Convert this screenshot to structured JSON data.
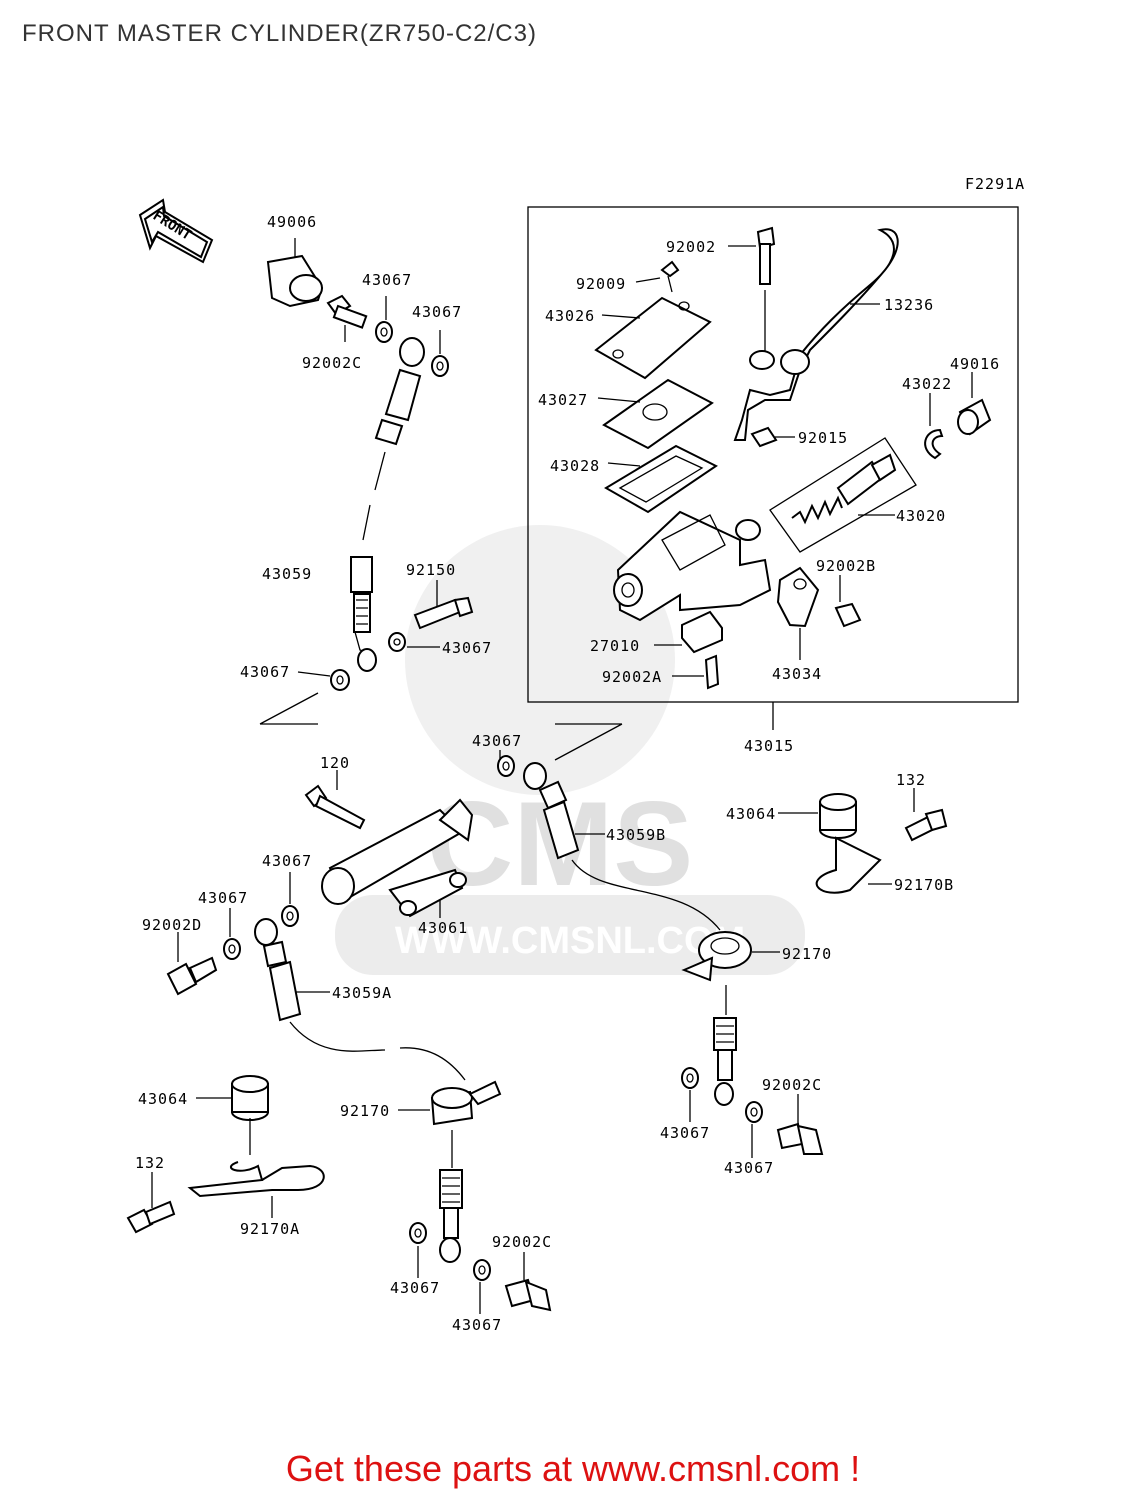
{
  "title": "FRONT MASTER CYLINDER(ZR750-C2/C3)",
  "figure_code": "F2291A",
  "front_arrow_label": "FRONT",
  "watermark": "WWW.CMSNL.COM",
  "watermark_logo": "CMS",
  "footer": "Get these parts at www.cmsnl.com !",
  "labels": {
    "p49006": "49006",
    "p43067_a": "43067",
    "p43067_b": "43067",
    "p92002C_a": "92002C",
    "p43059": "43059",
    "p92150": "92150",
    "p43067_c": "43067",
    "p43067_d": "43067",
    "p92002": "92002",
    "p13236": "13236",
    "p92009": "92009",
    "p43026": "43026",
    "p49016": "49016",
    "p43022": "43022",
    "p43027": "43027",
    "p92015": "92015",
    "p43028": "43028",
    "p43020": "43020",
    "p92002B": "92002B",
    "p27010": "27010",
    "p92002A": "92002A",
    "p43034": "43034",
    "p43015": "43015",
    "p120": "120",
    "p43067_e": "43067",
    "p43059B": "43059B",
    "p132_a": "132",
    "p43064_a": "43064",
    "p92170B": "92170B",
    "p43067_f": "43067",
    "p43067_g": "43067",
    "p92002D": "92002D",
    "p43061": "43061",
    "p92170_a": "92170",
    "p43059A": "43059A",
    "p43064_b": "43064",
    "p92170_b": "92170",
    "p92002C_b": "92002C",
    "p43067_h": "43067",
    "p43067_i": "43067",
    "p132_b": "132",
    "p92170A": "92170A",
    "p92002C_c": "92002C",
    "p43067_j": "43067",
    "p43067_k": "43067"
  }
}
